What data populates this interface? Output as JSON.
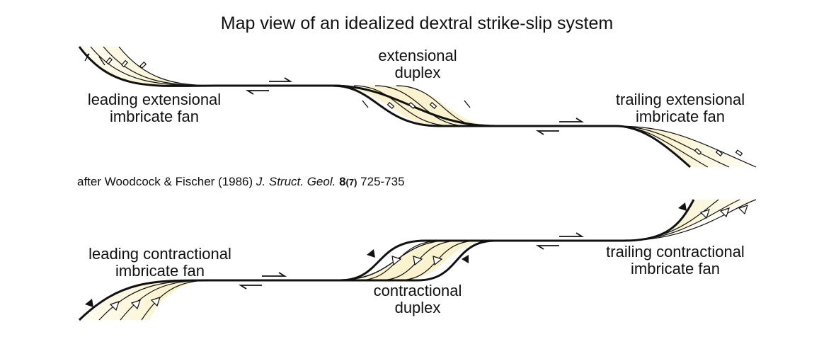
{
  "title": "Map view of an idealized dextral strike-slip system",
  "labels": {
    "extensional_duplex": [
      "extensional",
      "duplex"
    ],
    "leading_extensional_fan": [
      "leading extensional",
      "imbricate fan"
    ],
    "trailing_extensional_fan": [
      "trailing extensional",
      "imbricate fan"
    ],
    "leading_contractional_fan": [
      "leading contractional",
      "imbricate fan"
    ],
    "trailing_contractional_fan": [
      "trailing contractional",
      "imbricate fan"
    ],
    "contractional_duplex": [
      "contractional",
      "duplex"
    ]
  },
  "citation": {
    "prefix": "after Woodcock & Fischer (1986) ",
    "journal": "J. Struct. Geol.",
    "volume": "8",
    "issue": "(7)",
    "pages": " 725-735"
  },
  "colors": {
    "fault_line": "#111111",
    "fan_fill": "#fbf3cf",
    "text": "#111111"
  }
}
